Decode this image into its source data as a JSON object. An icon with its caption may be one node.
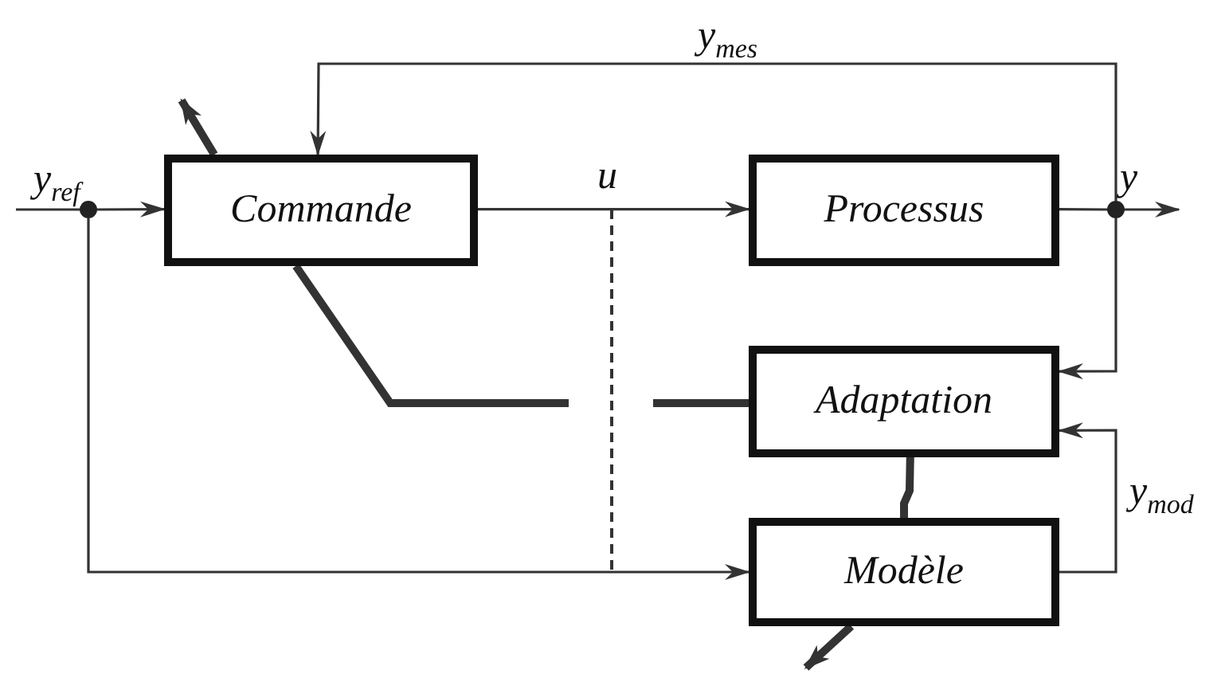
{
  "diagram": {
    "nodes": [
      {
        "text": [
          "Commande"
        ]
      },
      {
        "text": [
          "Processus"
        ]
      },
      {
        "text": [
          "Adaptation"
        ]
      },
      {
        "text": [
          "Modèle"
        ]
      },
      {
        "text": [],
        "shape": "circle"
      },
      {
        "text": [],
        "shape": "circle"
      }
    ],
    "edges": [
      {
        "from": null,
        "to": 4,
        "arrow": "none"
      },
      {
        "from": 4,
        "to": 0,
        "arrow": "to",
        "label": "y$_{ref}$"
      },
      {
        "from": 0,
        "to": 1,
        "arrow": "to",
        "label": "u"
      },
      {
        "from": 1,
        "to": 5,
        "arrow": "none"
      },
      {
        "from": 5,
        "to": null,
        "arrow": "to",
        "label": "y"
      },
      {
        "from": 5,
        "to": 0,
        "arrow": "to",
        "label": "y$_{mes}$"
      },
      {
        "from": 5,
        "to": 2,
        "arrow": "to"
      },
      {
        "from": 4,
        "to": 3,
        "arrow": "to"
      },
      {
        "from": 3,
        "to": 2,
        "arrow": "to",
        "label": "y$_{mod}$"
      },
      {
        "from": 0,
        "to": 2,
        "arrow": "none",
        "style": "thick"
      },
      {
        "from": 2,
        "to": 3,
        "arrow": "none",
        "style": "thick"
      },
      {
        "from": 0,
        "to": null,
        "arrow": "to",
        "style": "thick"
      },
      {
        "from": 3,
        "to": null,
        "arrow": "to",
        "style": "thick"
      }
    ]
  }
}
